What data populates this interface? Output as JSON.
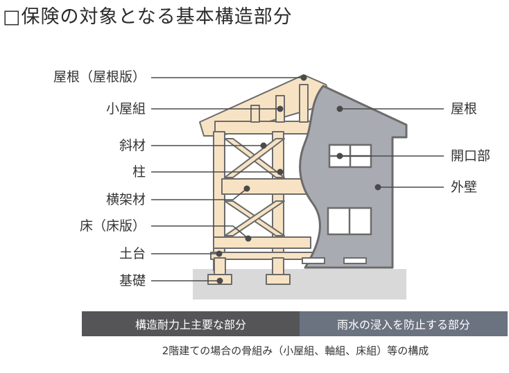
{
  "title": "□保険の対象となる基本構造部分",
  "labels_left": [
    {
      "id": "yane-ita",
      "text": "屋根（屋根版）"
    },
    {
      "id": "koyagumi",
      "text": "小屋組"
    },
    {
      "id": "shazai",
      "text": "斜材"
    },
    {
      "id": "hashira",
      "text": "柱"
    },
    {
      "id": "oukazai",
      "text": "横架材"
    },
    {
      "id": "yuka",
      "text": "床（床版）"
    },
    {
      "id": "dodai",
      "text": "土台"
    },
    {
      "id": "kiso",
      "text": "基礎"
    }
  ],
  "labels_right": [
    {
      "id": "yane",
      "text": "屋根"
    },
    {
      "id": "kaikoubu",
      "text": "開口部"
    },
    {
      "id": "gaiheki",
      "text": "外壁"
    }
  ],
  "legend": {
    "structural": {
      "text": "構造耐力上主要な部分",
      "color": "#555558"
    },
    "rainwater": {
      "text": "雨水の浸入を防止する部分",
      "color": "#6b7280"
    }
  },
  "caption": "2階建ての場合の骨組み（小屋組、軸組、床組）等の構成",
  "colors": {
    "wood": "#f7e3c4",
    "outline": "#6b6b6b",
    "wall": "#a9abb2",
    "ground": "#d9d9d9",
    "dot": "#4a4a4a"
  }
}
